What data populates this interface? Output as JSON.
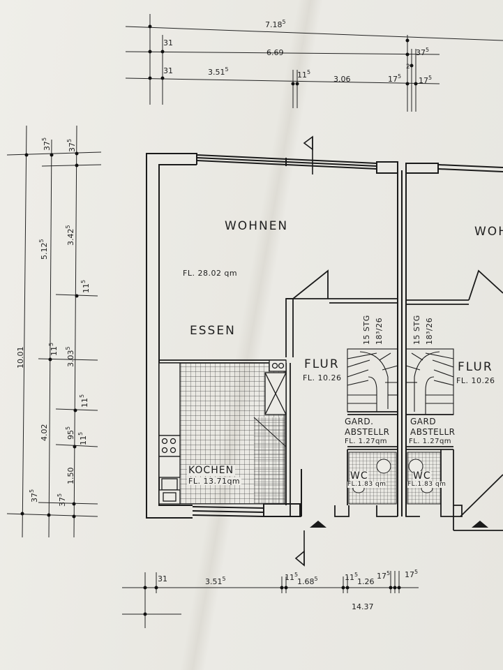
{
  "rooms": {
    "wohnen": "WOHNEN",
    "wohnen_area": "FL. 28.02 qm",
    "wohnen_right": "WOH",
    "essen": "ESSEN",
    "kochen": "KOCHEN",
    "kochen_area": "FL. 13.71qm",
    "flur": "FLUR",
    "flur_area": "FL. 10.26",
    "flur_right": "FLUR",
    "flur_right_area": "FL. 10.26",
    "gard_1": "GARD.",
    "abstell_1": "ABSTELLR",
    "abstell_area_1": "FL. 1.27qm",
    "gard_2": "GARD",
    "abstell_2": "ABSTELLR",
    "abstell_area_2": "FL. 1.27qm",
    "wc_1": "WC",
    "wc_area_1": "FL.1.83 qm",
    "wc_2": "WC",
    "wc_area_2": "FL.1.83 qm",
    "stairs_1": "15 STG",
    "stairs_ratio_1": "18³/26",
    "stairs_2": "15 STG",
    "stairs_ratio_2": "18³/26"
  },
  "top_dims": {
    "overall": "7.18",
    "overall_sup": "5",
    "inner": "6.69",
    "wall_left_1": "31",
    "wall_left_2": "31",
    "seg_1": "3.51",
    "seg_1_sup": "5",
    "wall_mid": "11",
    "wall_mid_sup": "5",
    "seg_2": "3.06",
    "wall_r1": "17",
    "wall_r1_sup": "5",
    "wall_r2": "17",
    "wall_r2_sup": "5",
    "wall_r3": "37",
    "wall_r3_sup": "5",
    "two": "2"
  },
  "left_dims": {
    "total": "10.01",
    "a": "5.12",
    "a_sup": "5",
    "b": "3.42",
    "b_sup": "5",
    "c": "4.02",
    "d": "3.03",
    "d_sup": "5",
    "e": "1.50",
    "f": "95",
    "f_sup": "5",
    "w1": "37",
    "w1_sup": "5",
    "w2": "37",
    "w2_sup": "5",
    "w3": "11",
    "w3_sup": "5",
    "w4": "11",
    "w4_sup": "5",
    "w5": "11",
    "w5_sup": "5",
    "w6": "11",
    "w6_sup": "5",
    "w7": "37",
    "w7_sup": "5",
    "w8": "37",
    "w8_sup": "5"
  },
  "bottom_dims": {
    "wall_l": "31",
    "seg_1": "3.51",
    "seg_1_sup": "5",
    "wall_a": "11",
    "wall_a_sup": "5",
    "seg_2": "1.68",
    "seg_2_sup": "5",
    "wall_b": "11",
    "wall_b_sup": "5",
    "seg_3": "1.26",
    "wall_c": "17",
    "wall_c_sup": "5",
    "wall_d": "17",
    "wall_d_sup": "5",
    "overall": "14.37"
  },
  "colors": {
    "ink": "#1e1e1e",
    "paper": "#ecebe6"
  }
}
